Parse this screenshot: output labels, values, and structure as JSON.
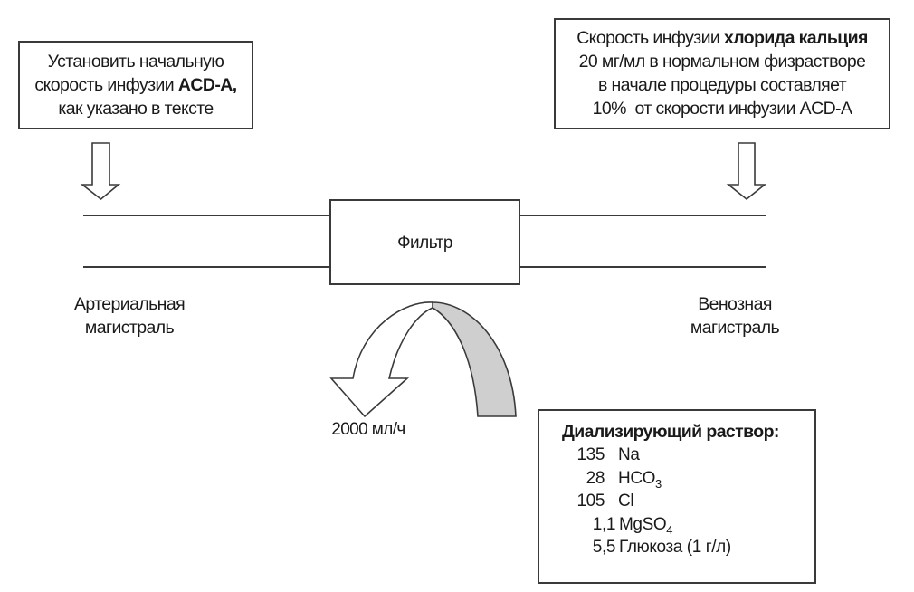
{
  "boxes": {
    "acd": {
      "line1": "Установить начальную",
      "line2_regular": "скорость инфузии ",
      "line2_bold": "ACD-A",
      "line2_tail": ",",
      "line3": "как указано в тексте"
    },
    "calcium": {
      "line1_regular": "Скорость инфузии ",
      "line1_bold": "хлорида кальция",
      "line2": "20 мг/мл в нормальном физрастворе",
      "line3": "в начале процедуры составляет",
      "line4": "10%  от скорости инфузии ACD-A"
    },
    "filter": {
      "label": "Фильтр"
    }
  },
  "labels": {
    "arterial_line1": "Артериальная",
    "arterial_line2": "магистраль",
    "venous_line1": "Венозная",
    "venous_line2": "магистраль",
    "flow_rate": "2000 мл/ч"
  },
  "dialysate": {
    "title": "Диализирующий раствор:",
    "rows": [
      {
        "value": "135",
        "name": "Na",
        "sub": ""
      },
      {
        "value": "28",
        "name": "HCO",
        "sub": "3"
      },
      {
        "value": "105",
        "name": "Cl",
        "sub": ""
      },
      {
        "value": "1,1",
        "name": "MgSO",
        "sub": "4"
      },
      {
        "value": "5,5",
        "name": "Глюкоза (1 г/л)",
        "sub": ""
      }
    ]
  },
  "colors": {
    "line": "#3a3a3a",
    "gray_band": "#cfcfcf"
  }
}
